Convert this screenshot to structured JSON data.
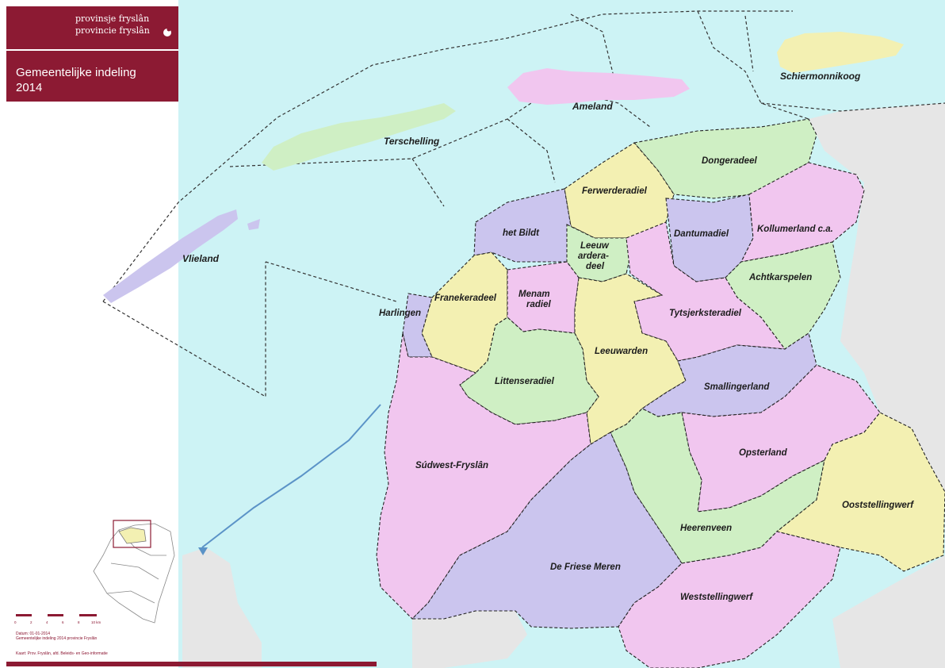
{
  "colors": {
    "maroon": "#8c1a33",
    "water": "#cdf3f5",
    "land": "#e6e6e6",
    "pink": "#f1c6ef",
    "lavender": "#cbc5ee",
    "green": "#cfefc4",
    "yellow": "#f3f0b2"
  },
  "header": {
    "brand_line1": "provinsje fryslân",
    "brand_line2": "provincie fryslân",
    "logo_icon": "pear-logo-icon",
    "title_line1": "Gemeentelijke indeling",
    "title_line2": "2014"
  },
  "islands": {
    "vlieland": "Vlieland",
    "terschelling": "Terschelling",
    "ameland": "Ameland",
    "schiermonnikoog": "Schiermonnikoog"
  },
  "municipalities": {
    "dongeradeel": "Dongeradeel",
    "ferwerderadiel": "Ferwerderadiel",
    "het_bildt": "het Bildt",
    "leeuwarderadeel_1": "Leeuw",
    "leeuwarderadeel_2": "ardera-",
    "leeuwarderadeel_3": "deel",
    "dantumadiel": "Dantumadiel",
    "kollumerland": "Kollumerland c.a.",
    "achtkarspelen": "Achtkarspelen",
    "franekeradeel": "Franekeradeel",
    "menameradiel_1": "Menam",
    "menameradiel_2": "radiel",
    "harlingen": "Harlingen",
    "tytsjerksteradiel": "Tytsjerksteradiel",
    "leeuwarden": "Leeuwarden",
    "littenseradiel": "Littenseradiel",
    "smallingerland": "Smallingerland",
    "opsterland": "Opsterland",
    "sudwest_fryslan": "Súdwest-Fryslân",
    "ooststellingwerf": "Ooststellingwerf",
    "heerenveen": "Heerenveen",
    "de_friese_meren": "De Friese Meren",
    "weststellingwerf": "Weststellingwerf"
  },
  "footer": {
    "scale_ticks": [
      "0",
      "2",
      "4",
      "6",
      "8",
      "10 km"
    ],
    "date_line": "Datum: 01-01-2014",
    "source_line": "Gemeentelijke indeling 2014 provincie Fryslân",
    "credit_line": "Kaart: Prov. Fryslân, afd. Beleids- en Geo-informatie"
  }
}
